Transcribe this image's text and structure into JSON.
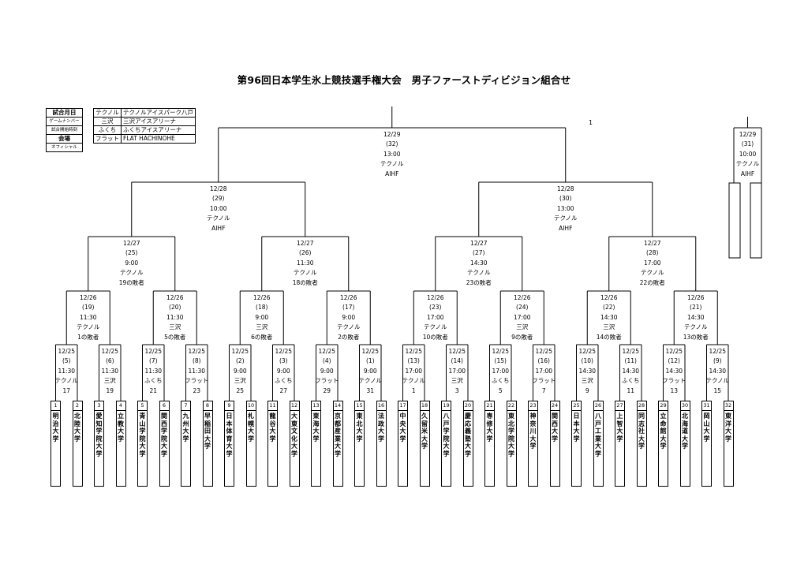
{
  "title": "第96回日本学生氷上競技選手権大会　男子ファーストディビジョン組合せ",
  "page_number": "1",
  "legend_left": [
    "試合月日",
    "ゲームナンバー",
    "試合開始時刻",
    "会場",
    "オフィシャル"
  ],
  "legend_venues": [
    {
      "key": "テクノル",
      "value": "テクノルアイスパーク八戸"
    },
    {
      "key": "三沢",
      "value": "三沢アイスアリーナ"
    },
    {
      "key": "ふくち",
      "value": "ふくちアイスアリーナ"
    },
    {
      "key": "フラット",
      "value": "FLAT HACHINOHE"
    }
  ],
  "teams": [
    {
      "no": "1",
      "name": "明治大学"
    },
    {
      "no": "2",
      "name": "北陸大学"
    },
    {
      "no": "3",
      "name": "愛知学院大学"
    },
    {
      "no": "4",
      "name": "立教大学"
    },
    {
      "no": "5",
      "name": "青山学院大学"
    },
    {
      "no": "6",
      "name": "関西学院大学"
    },
    {
      "no": "7",
      "name": "九州大学"
    },
    {
      "no": "8",
      "name": "早稲田大学"
    },
    {
      "no": "9",
      "name": "日本体育大学"
    },
    {
      "no": "10",
      "name": "札幌大学"
    },
    {
      "no": "11",
      "name": "龍谷大学"
    },
    {
      "no": "12",
      "name": "大東文化大学"
    },
    {
      "no": "13",
      "name": "東海大学"
    },
    {
      "no": "14",
      "name": "京都産業大学"
    },
    {
      "no": "15",
      "name": "東北大学"
    },
    {
      "no": "16",
      "name": "法政大学"
    },
    {
      "no": "17",
      "name": "中央大学"
    },
    {
      "no": "18",
      "name": "久留米大学"
    },
    {
      "no": "19",
      "name": "八戸学院大学"
    },
    {
      "no": "20",
      "name": "慶応義塾大学"
    },
    {
      "no": "21",
      "name": "専修大学"
    },
    {
      "no": "22",
      "name": "東北学院大学"
    },
    {
      "no": "23",
      "name": "神奈川大学"
    },
    {
      "no": "24",
      "name": "関西大学"
    },
    {
      "no": "25",
      "name": "日本大学"
    },
    {
      "no": "26",
      "name": "八戸工業大学"
    },
    {
      "no": "27",
      "name": "上智大学"
    },
    {
      "no": "28",
      "name": "同志社大学"
    },
    {
      "no": "29",
      "name": "立命館大学"
    },
    {
      "no": "30",
      "name": "北海道大学"
    },
    {
      "no": "31",
      "name": "岡山大学"
    },
    {
      "no": "32",
      "name": "東洋大学"
    }
  ],
  "round1": [
    {
      "date": "12/25",
      "game": "(5)",
      "time": "11:30",
      "venue": "テクノル",
      "official": "17"
    },
    {
      "date": "12/25",
      "game": "(6)",
      "time": "11:30",
      "venue": "三沢",
      "official": "19"
    },
    {
      "date": "12/25",
      "game": "(7)",
      "time": "11:30",
      "venue": "ふくち",
      "official": "21"
    },
    {
      "date": "12/25",
      "game": "(8)",
      "time": "11:30",
      "venue": "フラット",
      "official": "23"
    },
    {
      "date": "12/25",
      "game": "(2)",
      "time": "9:00",
      "venue": "三沢",
      "official": "25"
    },
    {
      "date": "12/25",
      "game": "(3)",
      "time": "9:00",
      "venue": "ふくち",
      "official": "27"
    },
    {
      "date": "12/25",
      "game": "(4)",
      "time": "9:00",
      "venue": "フラット",
      "official": "29"
    },
    {
      "date": "12/25",
      "game": "(1)",
      "time": "9:00",
      "venue": "テクノル",
      "official": "31"
    },
    {
      "date": "12/25",
      "game": "(13)",
      "time": "17:00",
      "venue": "テクノル",
      "official": "1"
    },
    {
      "date": "12/25",
      "game": "(14)",
      "time": "17:00",
      "venue": "三沢",
      "official": "3"
    },
    {
      "date": "12/25",
      "game": "(15)",
      "time": "17:00",
      "venue": "ふくち",
      "official": "5"
    },
    {
      "date": "12/25",
      "game": "(16)",
      "time": "17:00",
      "venue": "フラット",
      "official": "7"
    },
    {
      "date": "12/25",
      "game": "(10)",
      "time": "14:30",
      "venue": "三沢",
      "official": "9"
    },
    {
      "date": "12/25",
      "game": "(11)",
      "time": "14:30",
      "venue": "ふくち",
      "official": "11"
    },
    {
      "date": "12/25",
      "game": "(12)",
      "time": "14:30",
      "venue": "フラット",
      "official": "13"
    },
    {
      "date": "12/25",
      "game": "(9)",
      "time": "14:30",
      "venue": "テクノル",
      "official": "15"
    }
  ],
  "round2": [
    {
      "date": "12/26",
      "game": "(19)",
      "time": "11:30",
      "venue": "テクノル",
      "official": "1の敗者"
    },
    {
      "date": "12/26",
      "game": "(20)",
      "time": "11:30",
      "venue": "三沢",
      "official": "5の敗者"
    },
    {
      "date": "12/26",
      "game": "(18)",
      "time": "9:00",
      "venue": "三沢",
      "official": "6の敗者"
    },
    {
      "date": "12/26",
      "game": "(17)",
      "time": "9:00",
      "venue": "テクノル",
      "official": "2の敗者"
    },
    {
      "date": "12/26",
      "game": "(23)",
      "time": "17:00",
      "venue": "テクノル",
      "official": "10の敗者"
    },
    {
      "date": "12/26",
      "game": "(24)",
      "time": "17:00",
      "venue": "三沢",
      "official": "9の敗者"
    },
    {
      "date": "12/26",
      "game": "(22)",
      "time": "14:30",
      "venue": "三沢",
      "official": "14の敗者"
    },
    {
      "date": "12/26",
      "game": "(21)",
      "time": "14:30",
      "venue": "テクノル",
      "official": "13の敗者"
    }
  ],
  "round3": [
    {
      "date": "12/27",
      "game": "(25)",
      "time": "9:00",
      "venue": "テクノル",
      "official": "19の敗者"
    },
    {
      "date": "12/27",
      "game": "(26)",
      "time": "11:30",
      "venue": "テクノル",
      "official": "18の敗者"
    },
    {
      "date": "12/27",
      "game": "(27)",
      "time": "14:30",
      "venue": "テクノル",
      "official": "23の敗者"
    },
    {
      "date": "12/27",
      "game": "(28)",
      "time": "17:00",
      "venue": "テクノル",
      "official": "22の敗者"
    }
  ],
  "round4": [
    {
      "date": "12/28",
      "game": "(29)",
      "time": "10:00",
      "venue": "テクノル",
      "official": "AIHF"
    },
    {
      "date": "12/28",
      "game": "(30)",
      "time": "13:00",
      "venue": "テクノル",
      "official": "AIHF"
    }
  ],
  "final": {
    "date": "12/29",
    "game": "(32)",
    "time": "13:00",
    "venue": "テクノル",
    "official": "AIHF"
  },
  "third_place": {
    "date": "12/29",
    "game": "(31)",
    "time": "10:00",
    "venue": "テクノル",
    "official": "AIHF"
  }
}
